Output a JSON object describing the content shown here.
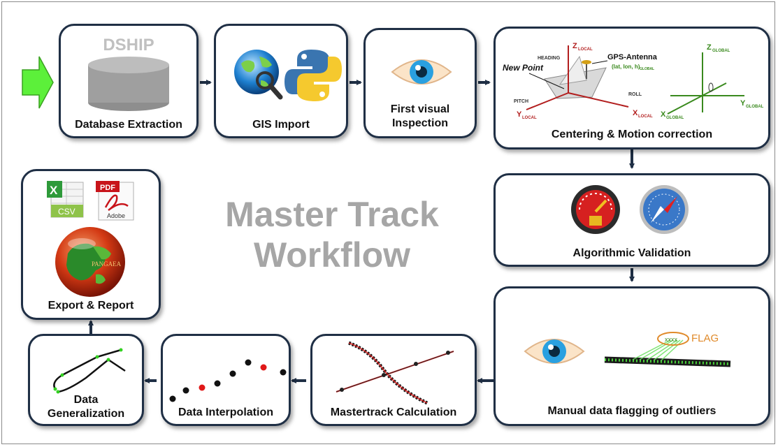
{
  "title_line1": "Master Track",
  "title_line2": "Workflow",
  "steps": {
    "database_extraction": "Database Extraction",
    "dship_label": "DSHIP",
    "gis_import": "GIS Import",
    "first_visual_line1": "First visual",
    "first_visual_line2": "Inspection",
    "centering": "Centering & Motion correction",
    "algorithmic": "Algorithmic Validation",
    "manual_flagging": "Manual data flagging of outliers",
    "flag_label": "FLAG",
    "mastertrack": "Mastertrack Calculation",
    "interpolation": "Data Interpolation",
    "generalization_line1": "Data",
    "generalization_line2": "Generalization",
    "export": "Export & Report",
    "csv_label": "CSV",
    "pdf_label": "PDF",
    "adobe_label": "Adobe",
    "pangaea_label": "PANGAEA"
  },
  "motion_diagram": {
    "heading": "HEADING",
    "z_local": "Z",
    "z_local_sub": "LOCAL",
    "gps_antenna": "GPS-Antenna",
    "gps_coords": "(lat, lon, h)",
    "gps_coords_sub": "GLOBAL",
    "new_point": "New Point",
    "pitch": "PITCH",
    "roll": "ROLL",
    "x_local": "X",
    "x_local_sub": "LOCAL",
    "y_local": "Y",
    "y_local_sub": "LOCAL",
    "z_global": "Z",
    "z_global_sub": "GLOBAL",
    "y_global": "Y",
    "y_global_sub": "GLOBAL",
    "x_global": "X",
    "x_global_sub": "GLOBAL"
  },
  "colors": {
    "border": "#1f2f45",
    "arrow": "#1f2f45",
    "start_arrow": "#5cf03a",
    "title": "#a6a6a6"
  }
}
